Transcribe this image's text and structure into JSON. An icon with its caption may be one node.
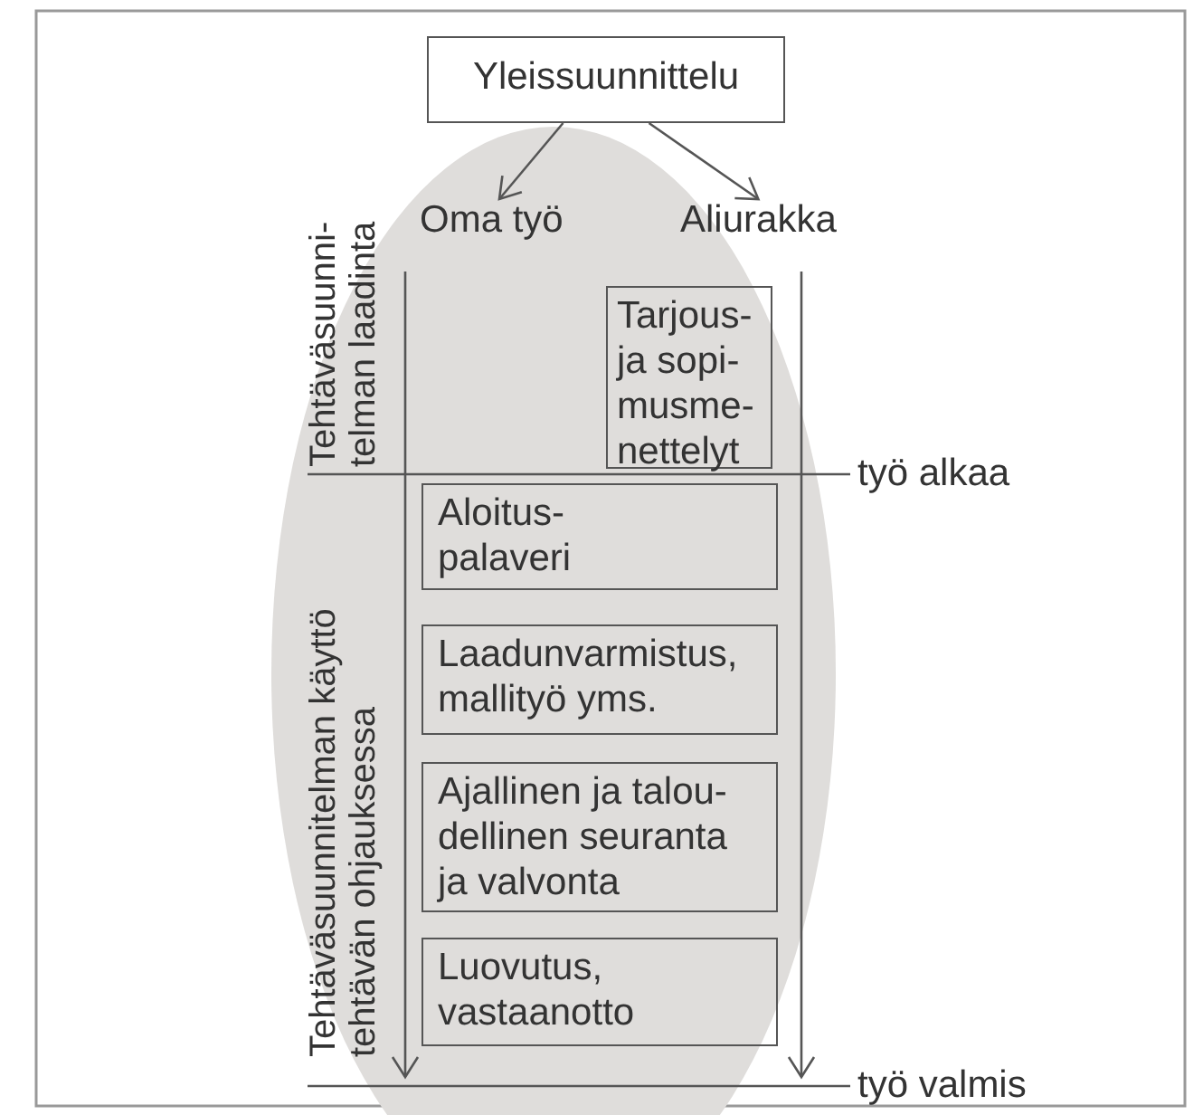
{
  "diagram": {
    "nodes": [
      {
        "text": [
          "Yleissuunnittelu"
        ]
      },
      {
        "text": [
          "Oma työ"
        ]
      },
      {
        "text": [
          "Aliurakka"
        ]
      },
      {
        "text": [
          "Tarjous- ja sopi- musme- nettelyt"
        ]
      },
      {
        "text": [
          "Aloitus- palaveri"
        ]
      },
      {
        "text": [
          "Laadunvarmistus, mallityö yms."
        ]
      },
      {
        "text": [
          "Ajallinen ja talou- dellinen seuranta ja valvonta"
        ]
      },
      {
        "text": [
          "Luovutus, vastaanotto"
        ]
      }
    ],
    "edges": [
      {
        "from": 0,
        "to": 1,
        "arrow": "to"
      },
      {
        "from": 0,
        "to": 2,
        "arrow": "to"
      }
    ],
    "labels": [
      "Tehtäväsuunni- telman laadinta",
      "työ alkaa",
      "Tehtäväsuunnitelman käyttö tehtävän ohjauksessa",
      "työ valmis"
    ]
  }
}
